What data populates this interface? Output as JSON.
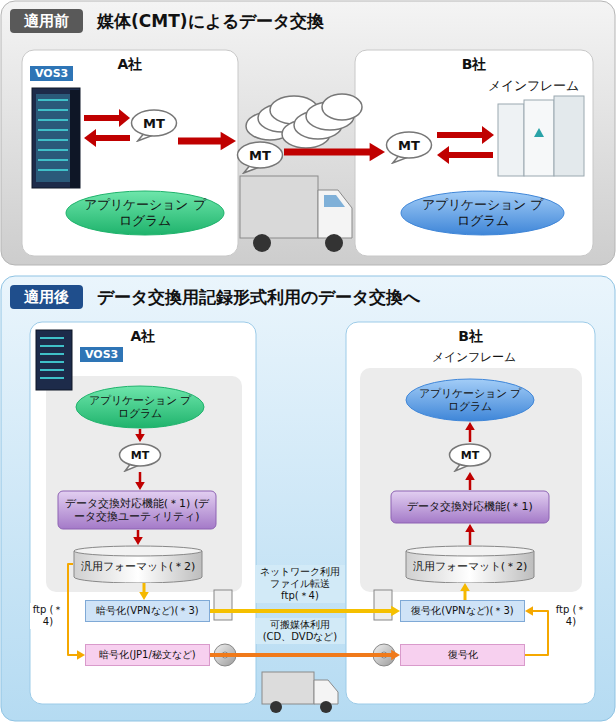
{
  "diagram": {
    "nodes": [
      {
        "text": [
          "適用前",
          "媒体(CMT)によるデータ交換"
        ]
      },
      {
        "text": [
          "A社"
        ],
        "in": 0
      },
      {
        "text": [
          "MT"
        ],
        "in": 1
      },
      {
        "text": [
          "アプリケーション プログラム"
        ],
        "in": 1
      },
      {
        "text": [
          "MT"
        ],
        "in": 0
      },
      {
        "text": [
          "B社"
        ],
        "in": 0
      },
      {
        "text": [
          "MT"
        ],
        "in": 5
      },
      {
        "text": [
          "アプリケーション プログラム"
        ],
        "in": 5
      },
      {
        "text": [
          "適用後",
          "データ交換用記録形式利用のデータ交換へ"
        ]
      },
      {
        "text": [
          "A社"
        ],
        "in": 8
      },
      {
        "text": [
          "アプリケーション プログラム"
        ],
        "in": 9
      },
      {
        "text": [
          "MT"
        ],
        "in": 9
      },
      {
        "text": [
          "データ交換対応機能(＊1) (データ交換ユーティリティ)"
        ],
        "in": 9
      },
      {
        "text": [
          "汎用フォーマット(＊2)"
        ],
        "in": 9
      },
      {
        "text": [
          "暗号化(VPNなど)(＊3)"
        ],
        "in": 9
      },
      {
        "text": [
          "暗号化(JP1/秘文など)"
        ],
        "in": 9
      },
      {
        "text": [
          "B社"
        ],
        "in": 8
      },
      {
        "text": [
          "アプリケーション プログラム"
        ],
        "in": 16
      },
      {
        "text": [
          "MT"
        ],
        "in": 16
      },
      {
        "text": [
          "データ交換対応機能(＊1)"
        ],
        "in": 16
      },
      {
        "text": [
          "汎用フォーマット(＊2)"
        ],
        "in": 16
      },
      {
        "text": [
          "復号化(VPNなど)(＊3)"
        ],
        "in": 16
      },
      {
        "text": [
          "復号化"
        ],
        "in": 16
      }
    ],
    "edges": [
      {
        "from": 2,
        "to": 4,
        "arrow": "to"
      },
      {
        "from": 4,
        "to": 6,
        "arrow": "to"
      },
      {
        "from": 10,
        "to": 11,
        "arrow": "to"
      },
      {
        "from": 11,
        "to": 12,
        "arrow": "to"
      },
      {
        "from": 12,
        "to": 13,
        "arrow": "to"
      },
      {
        "from": 13,
        "to": 14,
        "arrow": "to"
      },
      {
        "from": 13,
        "to": 15,
        "label": "ftp (＊4)",
        "arrow": "to"
      },
      {
        "from": 14,
        "to": 21,
        "label": "ネットワーク利用 ファイル転送 ftp(＊4)",
        "arrow": "to"
      },
      {
        "from": 15,
        "to": 22,
        "label": "可搬媒体利用 (CD、DVDなど)",
        "arrow": "to"
      },
      {
        "from": 21,
        "to": 20,
        "arrow": "to"
      },
      {
        "from": 20,
        "to": 19,
        "arrow": "to"
      },
      {
        "from": 19,
        "to": 18,
        "arrow": "to"
      },
      {
        "from": 18,
        "to": 17,
        "arrow": "to"
      },
      {
        "from": 22,
        "to": 21,
        "label": "ftp (＊4)",
        "arrow": "to"
      }
    ],
    "labels": [
      "VOS3",
      "メインフレーム",
      "VOS3",
      "メインフレーム"
    ]
  }
}
